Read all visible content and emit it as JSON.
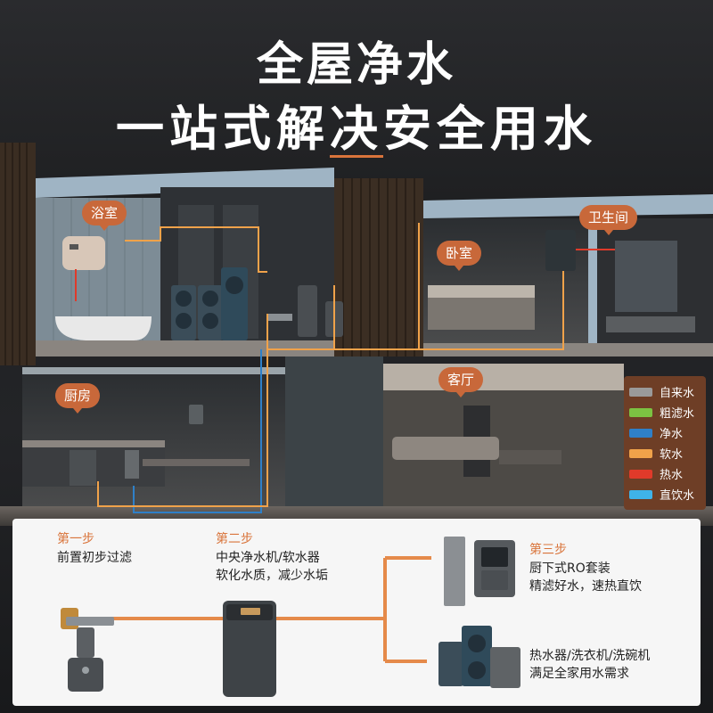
{
  "header": {
    "title_line1": "全屋净水",
    "title_line2": "一站式解决安全用水"
  },
  "rooms": {
    "bathroom": "浴室",
    "bedroom": "卧室",
    "washroom": "卫生间",
    "kitchen": "厨房",
    "living_room": "客厅"
  },
  "legend": [
    {
      "label": "自来水",
      "color": "#9a9a9a"
    },
    {
      "label": "粗滤水",
      "color": "#7cc242"
    },
    {
      "label": "净水",
      "color": "#2f80c8"
    },
    {
      "label": "软水",
      "color": "#f0a24a"
    },
    {
      "label": "热水",
      "color": "#e03a2a"
    },
    {
      "label": "直饮水",
      "color": "#3fb3e8"
    }
  ],
  "steps": {
    "step1": {
      "title": "第一步",
      "desc": "前置初步过滤"
    },
    "step2": {
      "title": "第二步",
      "desc_line1": "中央净水机/软水器",
      "desc_line2": "软化水质，减少水垢"
    },
    "step3": {
      "title": "第三步",
      "desc_line1": "厨下式RO套装",
      "desc_line2": "精滤好水，速热直饮"
    },
    "step4": {
      "desc_line1": "热水器/洗衣机/洗碗机",
      "desc_line2": "满足全家用水需求"
    }
  },
  "colors": {
    "accent": "#d9743b",
    "pipe": "#e58a4a",
    "label_bg": "#c8683a",
    "legend_bg": "#6e3e26"
  }
}
